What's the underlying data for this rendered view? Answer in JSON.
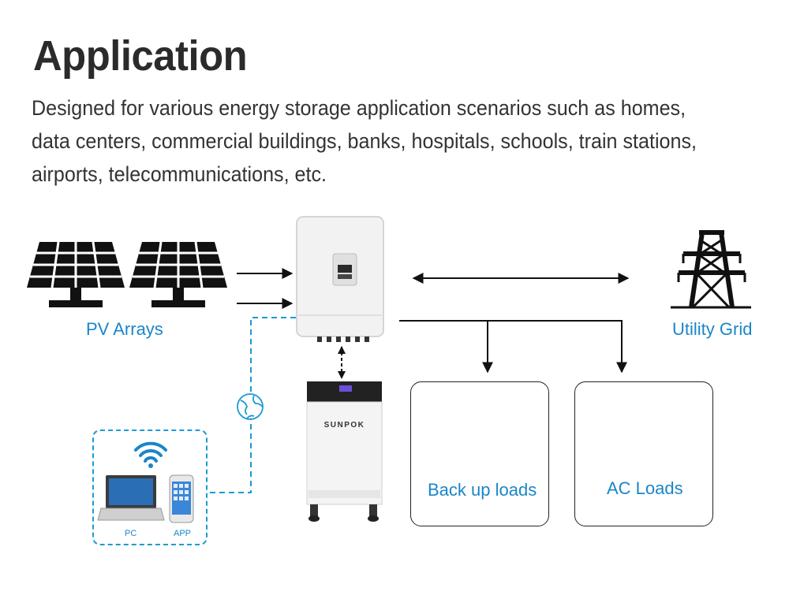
{
  "header": {
    "title": "Application",
    "description": "Designed for various energy storage application scenarios such as homes, data centers, commercial buildings, banks, hospitals, schools, train stations, airports, telecommunications, etc."
  },
  "labels": {
    "pv_arrays": "PV Arrays",
    "utility_grid": "Utility Grid",
    "backup_loads": "Back up loads",
    "ac_loads": "AC Loads",
    "pc": "PC",
    "app": "APP",
    "battery_brand": "SUNPOK"
  },
  "colors": {
    "accent_blue": "#1a86c8",
    "dashed_blue": "#1a9ad6",
    "dark": "#111111"
  },
  "icons": [
    "solar-panel-icon",
    "inverter-icon",
    "power-tower-icon",
    "battery-cabinet-icon",
    "refrigerator-icon",
    "light-bulb-icon",
    "monitor-icon",
    "air-conditioner-icon",
    "wifi-icon",
    "globe-icon",
    "laptop-icon",
    "smartphone-icon"
  ]
}
